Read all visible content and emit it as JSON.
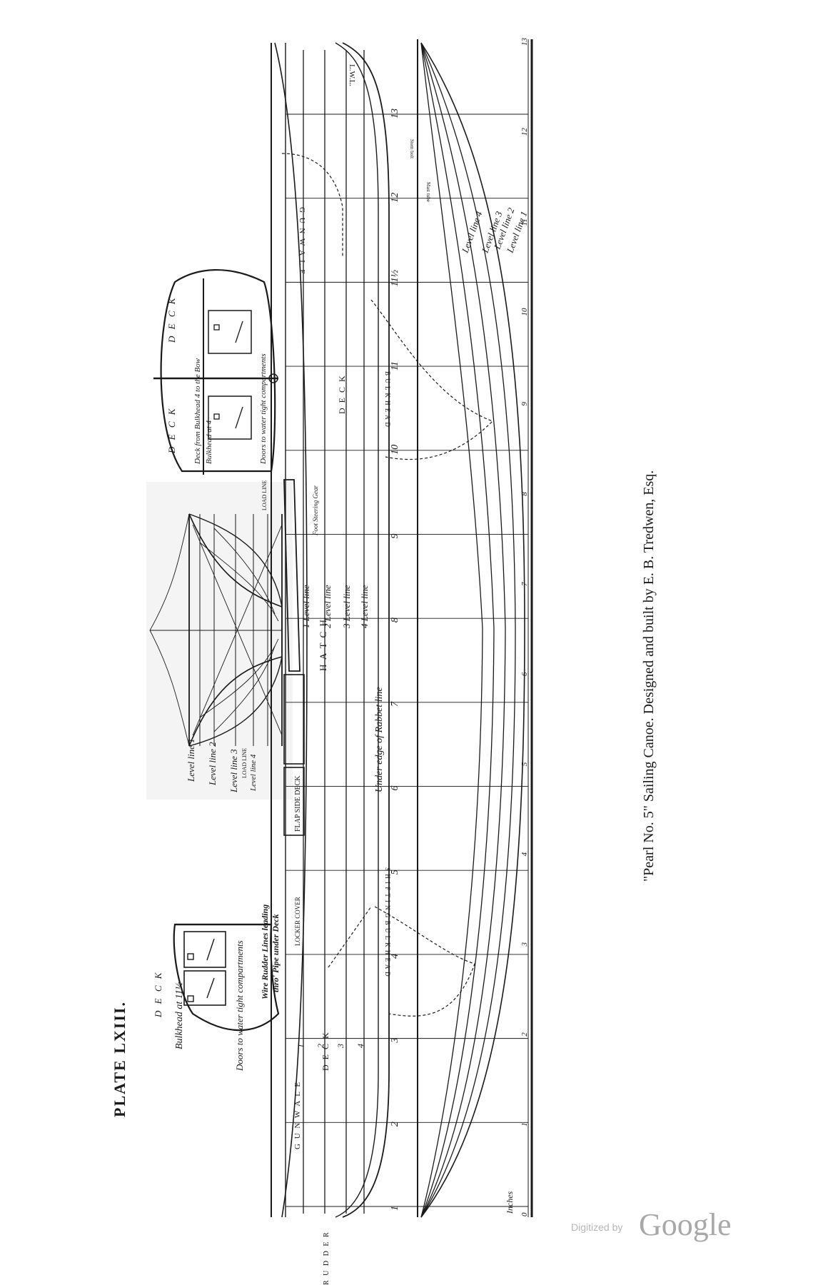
{
  "plate_title": "PLATE LXIII.",
  "caption": "\"Pearl No. 5\" Sailing Canoe.  Designed and built by E. B. Tredwen, Esq.",
  "watermark": {
    "prefix": "Digitized by",
    "brand": "Google"
  },
  "bulkhead_section": {
    "deck": "D E C K",
    "bulkhead": "Bulkhead at 11½",
    "doors": "Doors to water tight compartments"
  },
  "end_section": {
    "deck_left": "D E C K",
    "deck_right": "D E C K",
    "deck_from": "Deck from Bulkhead 4 to the Bow",
    "bulkhead_4": "Bulkhead at 4",
    "doors": "Doors to water tight compartments"
  },
  "body_plan": {
    "level_lines": [
      "Level line 1",
      "Level line 2",
      "Level line 3",
      "LOAD LINE",
      "Level line 4"
    ],
    "load_line": "LOAD LINE"
  },
  "sheer_plan": {
    "stations": [
      "1",
      "2",
      "3",
      "4",
      "5",
      "6",
      "7",
      "8",
      "9",
      "10",
      "11",
      "11½",
      "12",
      "13"
    ],
    "end_stations": [
      "1",
      "2",
      "3",
      "4"
    ],
    "labels": {
      "gunwale_bow": "G U N W A L E",
      "gunwale_stern": "G U N W A L E",
      "deck_fore": "D E C K",
      "deck_aft": "D E C K",
      "hatch": "H A T C H",
      "bulkhead": "B U L K H E A D",
      "shifting_bulkhead": "S H I F T I N G   B U L K H E A D",
      "flap_side_deck": "FLAP SIDE DECK",
      "locker_cover": "LOCKER COVER",
      "rudder": "R U D D E R",
      "rudder_lines": "Wire Rudder Lines leading",
      "rudder_lines_2": "thro' Pipe under Deck",
      "steering_gear": "Foot Steering Gear",
      "rabbet": "Under edge of Rabbet line",
      "level_1": "1 Level line",
      "level_2": "2 Level line",
      "level_3": "3 Level line",
      "level_4": "4 Level line",
      "lwl": "L.W.L.",
      "bow_bolt": "Stem bolt",
      "mast_tube": "Mast tube"
    }
  },
  "half_breadth_plan": {
    "level_lines": [
      "Level line 4",
      "Level line 3",
      "Level line 2",
      "Level line 1"
    ],
    "scale_label": "Inches",
    "scale_ticks": [
      "0",
      "1",
      "2",
      "3",
      "4",
      "5",
      "6",
      "7",
      "8",
      "9",
      "10",
      "11",
      "12",
      "13"
    ]
  }
}
